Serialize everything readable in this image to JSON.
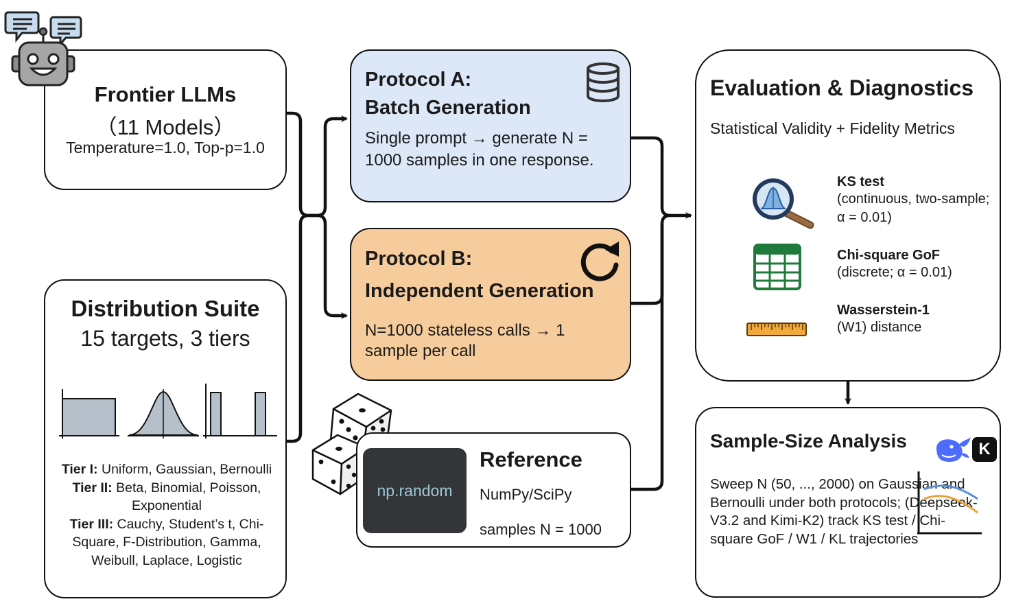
{
  "llm": {
    "title": "Frontier LLMs",
    "subtitle": "（11 Models）",
    "params": "Temperature=1.0, Top-p=1.0"
  },
  "dist": {
    "title": "Distribution Suite",
    "subtitle": "15 targets, 3 tiers",
    "tier1_label": "Tier I:",
    "tier1_text": " Uniform, Gaussian, Bernoulli",
    "tier2_label": "Tier II:",
    "tier2_text": " Beta, Binomial, Poisson, Exponential",
    "tier3_label": "Tier III:",
    "tier3_text": " Cauchy, Student’s t, Chi-Square, F-Distribution, Gamma, Weibull, Laplace, Logistic"
  },
  "protocol_a": {
    "title_line1": "Protocol A:",
    "title_line2": "Batch Generation",
    "desc": "Single prompt → generate N = 1000 samples in one response."
  },
  "protocol_b": {
    "title_line1": "Protocol B:",
    "title_line2": "Independent Generation",
    "desc": "N=1000 stateless calls → 1 sample per call"
  },
  "reference": {
    "chip": "np.random",
    "title": "Reference",
    "library": "NumPy/SciPy",
    "samples": "samples N = 1000"
  },
  "evaluation": {
    "title": "Evaluation & Diagnostics",
    "subtitle": "Statistical Validity + Fidelity Metrics",
    "metrics": [
      {
        "name": "KS test",
        "desc": "(continuous, two-sample; α = 0.01)"
      },
      {
        "name": "Chi-square GoF",
        "desc": "(discrete; α = 0.01)"
      },
      {
        "name": "Wasserstein-1",
        "desc": "(W1) distance"
      }
    ]
  },
  "sample_size": {
    "title": "Sample-Size Analysis",
    "desc": "Sweep N (50, ..., 2000) on Gaussian and Bernoulli under both protocols; (Deepseek-V3.2 and Kimi-K2) track KS test / Chi-square GoF / W1 / KL trajectories",
    "kimi_badge": "K"
  },
  "colors": {
    "protocol_a_bg": "#dce8f8",
    "protocol_b_bg": "#f7cc9c",
    "chip_bg": "#333538",
    "chip_text": "#9bc7d6",
    "trend_blue": "#5b8fd9",
    "trend_orange": "#e8a23c"
  },
  "icons": [
    "robot-icon",
    "chat-bubble-icon",
    "database-icon",
    "refresh-icon",
    "dice-icon",
    "magnifier-gaussian-icon",
    "spreadsheet-icon",
    "ruler-icon",
    "whale-icon",
    "kimi-logo-icon",
    "trend-chart-icon"
  ]
}
